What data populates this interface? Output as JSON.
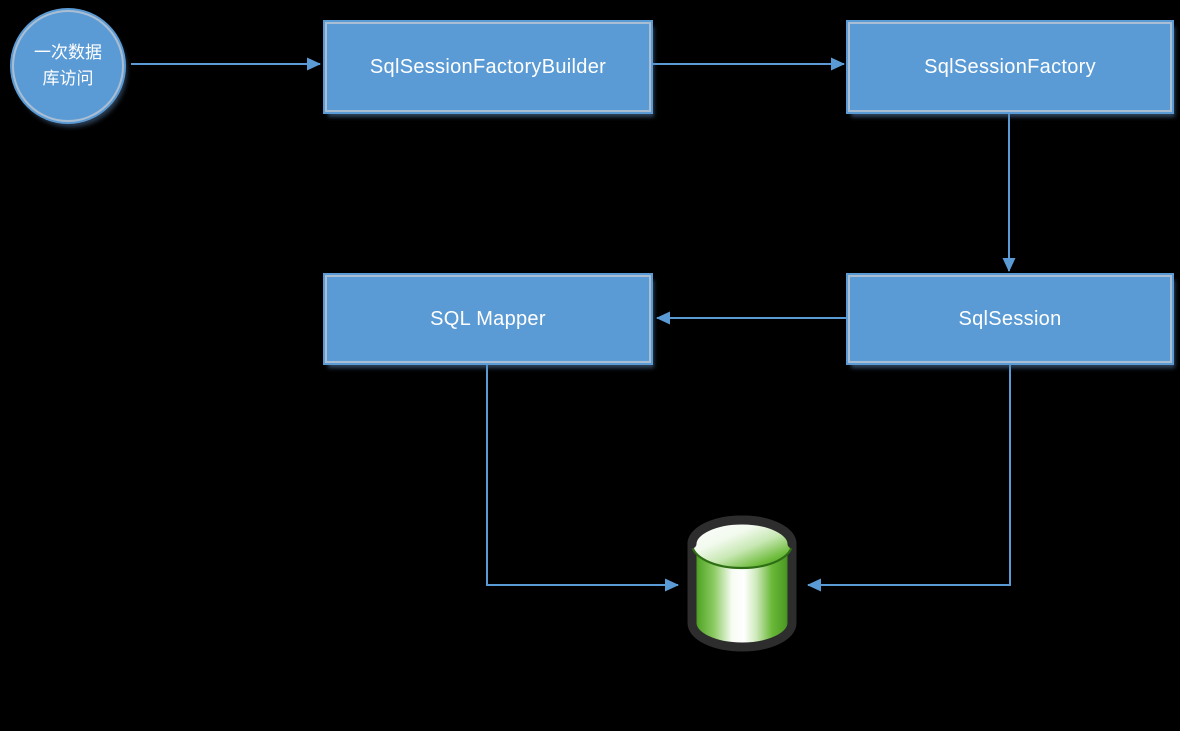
{
  "colors": {
    "background": "#000000",
    "node_fill": "#5b9bd5",
    "node_border": "#a9bed3",
    "connector": "#5b9bd5",
    "text": "#ffffff",
    "db_green": "#5cb434",
    "db_outline": "#2d2d2d"
  },
  "nodes": {
    "start": {
      "label": "一次数据库访问"
    },
    "factory_builder": {
      "label": "SqlSessionFactoryBuilder"
    },
    "factory": {
      "label": "SqlSessionFactory"
    },
    "mapper": {
      "label": "SQL Mapper"
    },
    "session": {
      "label": "SqlSession"
    },
    "database": {
      "icon": "database-cylinder-icon"
    }
  },
  "edges": [
    {
      "from": "start",
      "to": "factory_builder"
    },
    {
      "from": "factory_builder",
      "to": "factory"
    },
    {
      "from": "factory",
      "to": "session"
    },
    {
      "from": "session",
      "to": "mapper"
    },
    {
      "from": "mapper",
      "to": "database"
    },
    {
      "from": "session",
      "to": "database"
    }
  ]
}
